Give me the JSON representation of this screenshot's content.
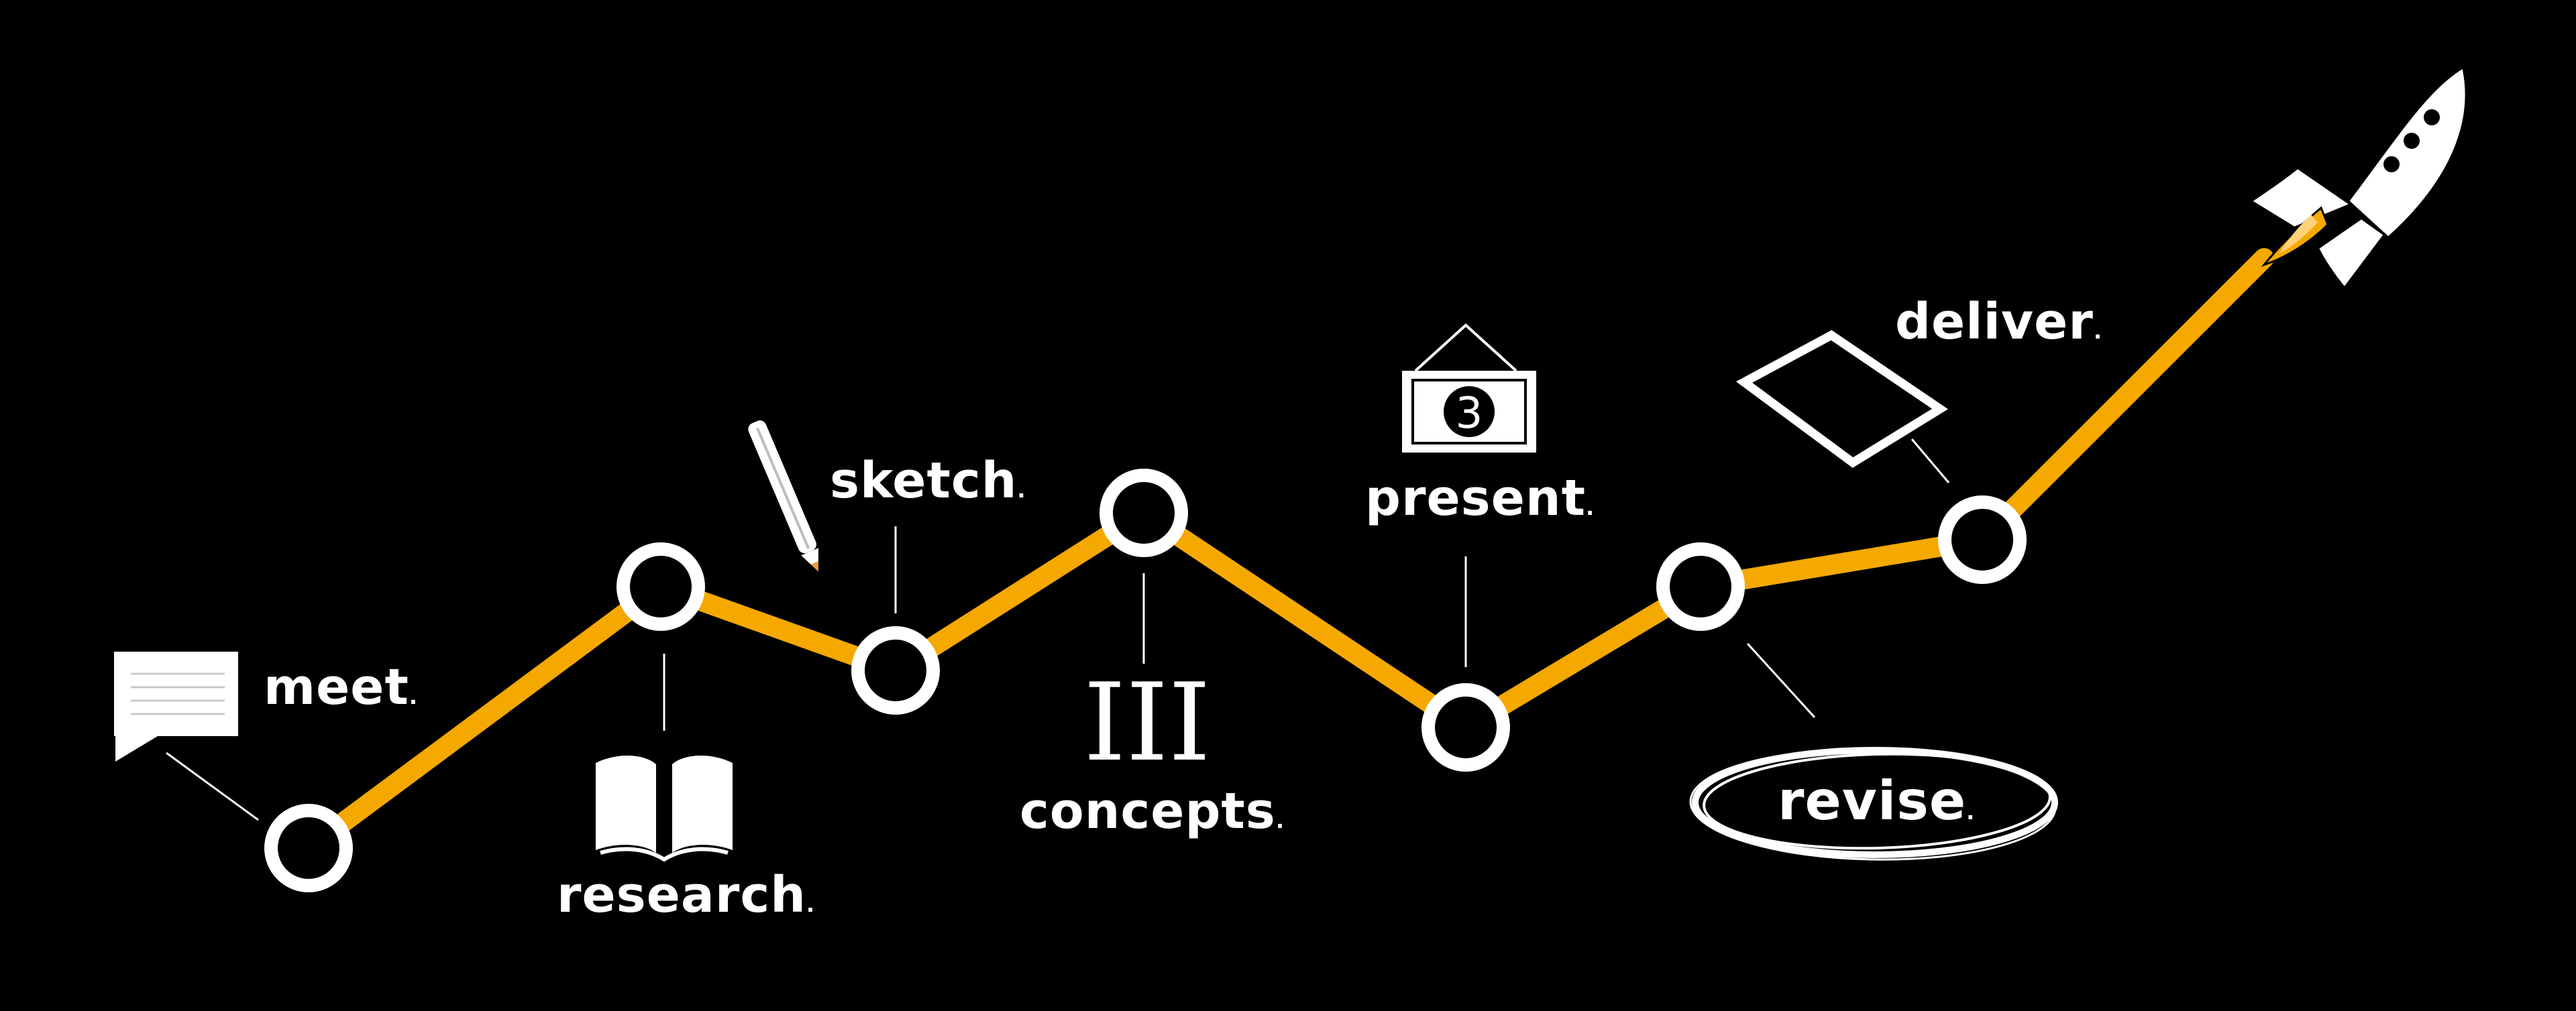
{
  "colors": {
    "background": "#000000",
    "path": "#F5A800",
    "foreground": "#FFFFFF",
    "flame": "#F5A800"
  },
  "steps": [
    {
      "label": "meet",
      "suffix": ".",
      "icon": "speech-bubble-icon"
    },
    {
      "label": "research",
      "suffix": ".",
      "icon": "open-book-icon"
    },
    {
      "label": "sketch",
      "suffix": ".",
      "icon": "pencil-icon"
    },
    {
      "label": "concepts",
      "suffix": ".",
      "icon": "roman-numeral-icon",
      "icon_text": "III"
    },
    {
      "label": "present",
      "suffix": ".",
      "icon": "presentation-board-icon",
      "icon_text": "3"
    },
    {
      "label": "revise",
      "suffix": ".",
      "icon": "circle-scribble-icon"
    },
    {
      "label": "deliver",
      "suffix": ".",
      "icon": "diamond-outline-icon"
    }
  ],
  "end_icon": "rocket-icon"
}
